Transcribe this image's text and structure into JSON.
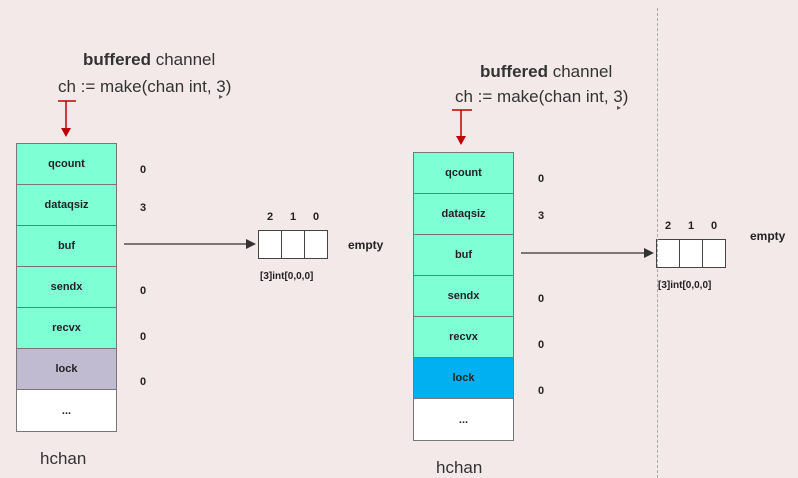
{
  "colors": {
    "background": "#f3e9e9",
    "field_green": "#7fffd4",
    "lock_left": "#c0bbd1",
    "lock_right": "#00b0f0",
    "pointer_red": "#c00000"
  },
  "left": {
    "title_bold": "buffered",
    "title_rest": " channel",
    "code": "ch := make(chan int, 3)",
    "fields": [
      "qcount",
      "dataqsiz",
      "buf",
      "sendx",
      "recvx",
      "lock",
      "..."
    ],
    "values": [
      "0",
      "3",
      "0",
      "0",
      "0"
    ],
    "caption": "hchan",
    "array_indices": [
      "2",
      "1",
      "0"
    ],
    "array_label": "[3]int[0,0,0]",
    "empty_label": "empty"
  },
  "right": {
    "title_bold": "buffered",
    "title_rest": " channel",
    "code": "ch := make(chan int, 3)",
    "fields": [
      "qcount",
      "dataqsiz",
      "buf",
      "sendx",
      "recvx",
      "lock",
      "..."
    ],
    "values": [
      "0",
      "3",
      "0",
      "0",
      "0"
    ],
    "caption": "hchan",
    "array_indices": [
      "2",
      "1",
      "0"
    ],
    "array_label": "[3]int[0,0,0]",
    "empty_label": "empty"
  }
}
